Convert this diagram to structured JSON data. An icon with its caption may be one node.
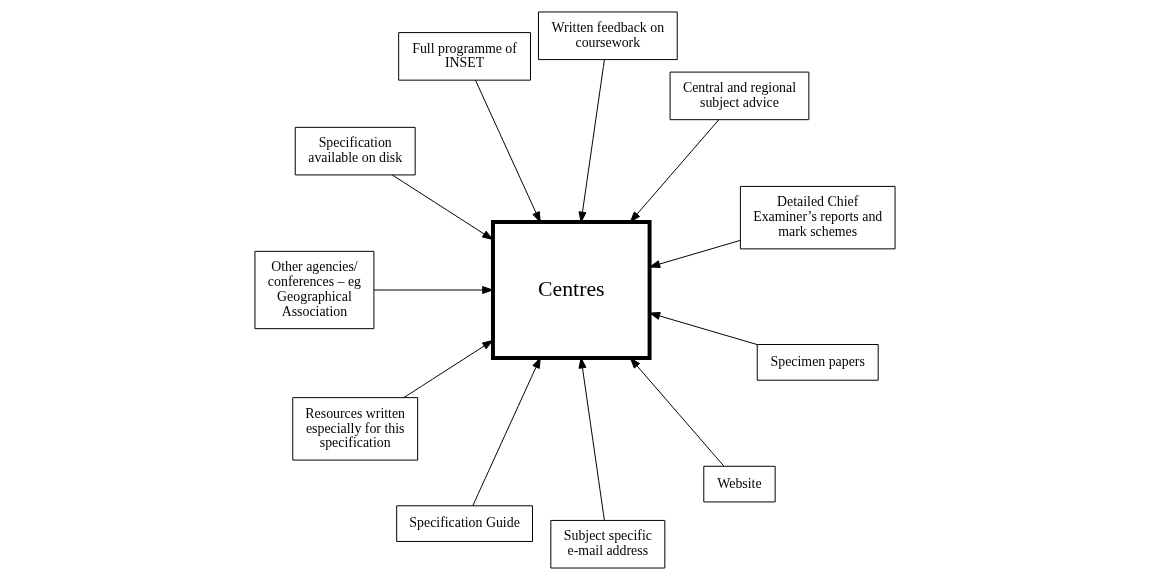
{
  "diagram": {
    "nodes": [
      {
        "text": [
          "Detailed Chief Examiner’s reports and mark schemes"
        ]
      },
      {
        "text": [
          "Central and regional subject advice"
        ]
      },
      {
        "text": [
          "Written feedback on coursework"
        ]
      },
      {
        "text": [
          "Full programme of INSET"
        ]
      },
      {
        "text": [
          "Specification available on disk"
        ]
      },
      {
        "text": [
          "Centres"
        ]
      },
      {
        "text": [
          "Other agencies/ conferences – eg Geographical Association"
        ]
      },
      {
        "text": [
          "Resources written especially for this specification"
        ]
      },
      {
        "text": [
          "Specification Guide"
        ]
      },
      {
        "text": [
          "Subject specific e-mail address"
        ]
      },
      {
        "text": [
          "Website"
        ]
      },
      {
        "text": [
          "Specimen papers"
        ]
      }
    ],
    "edges": [
      {
        "from": 0,
        "to": 5,
        "arrow": "to"
      },
      {
        "from": 2,
        "to": 5,
        "arrow": "to"
      },
      {
        "from": 4,
        "to": 5,
        "arrow": "to"
      },
      {
        "from": 7,
        "to": 5,
        "arrow": "to"
      },
      {
        "from": 11,
        "to": 5,
        "arrow": "to"
      },
      {
        "from": 9,
        "to": 5,
        "arrow": "to"
      },
      {
        "from": 10,
        "to": 5,
        "arrow": "to"
      },
      {
        "from": 8,
        "to": 5,
        "arrow": "to"
      },
      {
        "from": 6,
        "to": 5,
        "arrow": "to"
      },
      {
        "from": 3,
        "to": 5,
        "arrow": "to"
      },
      {
        "from": 1,
        "to": 5,
        "arrow": "to"
      }
    ]
  }
}
